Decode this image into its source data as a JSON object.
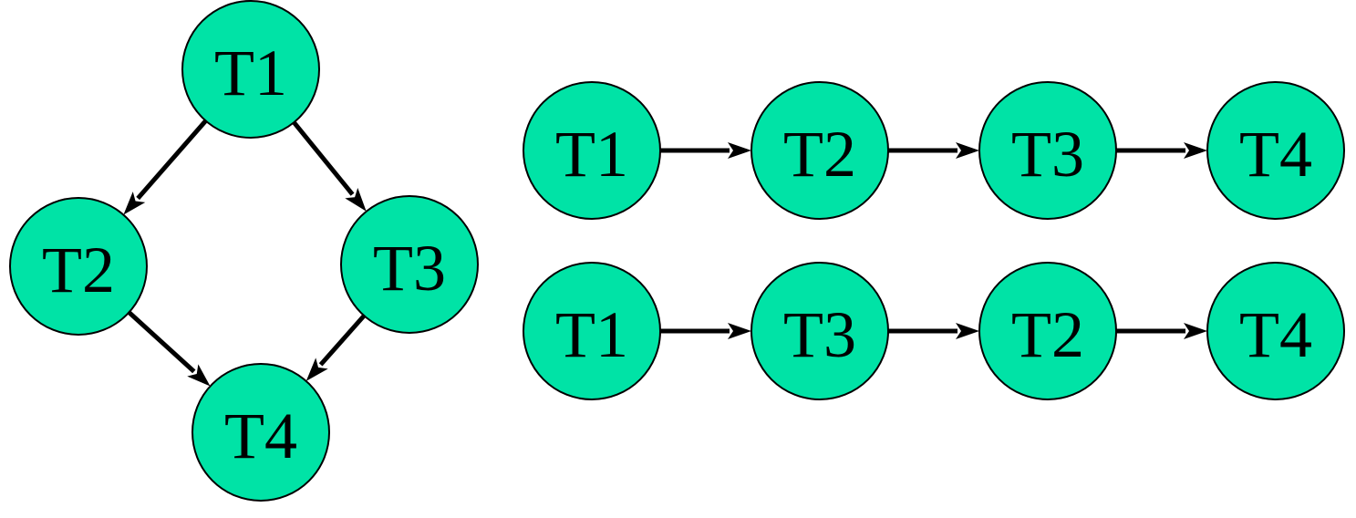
{
  "colors": {
    "node_fill": "#00e3a6",
    "node_stroke": "#000000",
    "edge": "#000000",
    "background": "#ffffff"
  },
  "dependency_graph": {
    "nodes": [
      {
        "id": "g1",
        "label": "T1"
      },
      {
        "id": "g2",
        "label": "T2"
      },
      {
        "id": "g3",
        "label": "T3"
      },
      {
        "id": "g4",
        "label": "T4"
      }
    ],
    "edges": [
      {
        "from": "g1",
        "to": "g2"
      },
      {
        "from": "g1",
        "to": "g3"
      },
      {
        "from": "g2",
        "to": "g4"
      },
      {
        "from": "g3",
        "to": "g4"
      }
    ]
  },
  "orderings": [
    {
      "sequence": [
        "T1",
        "T2",
        "T3",
        "T4"
      ]
    },
    {
      "sequence": [
        "T1",
        "T3",
        "T2",
        "T4"
      ]
    }
  ]
}
